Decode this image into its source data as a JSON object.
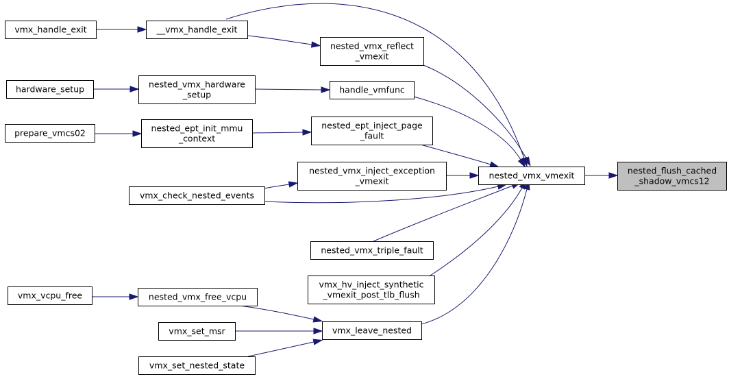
{
  "diagram": {
    "type": "call-graph",
    "colors": {
      "edge": "#191970",
      "highlight_fill": "#bfbfbf",
      "node_fill": "#ffffff",
      "node_border": "#000000"
    },
    "nodes": [
      {
        "id": "flush",
        "lines": [
          "nested_flush_cached",
          "_shadow_vmcs12"
        ],
        "highlight": true
      },
      {
        "id": "vmexit",
        "lines": [
          "nested_vmx_vmexit"
        ]
      },
      {
        "id": "__handle",
        "lines": [
          "__vmx_handle_exit"
        ]
      },
      {
        "id": "handle",
        "lines": [
          "vmx_handle_exit"
        ]
      },
      {
        "id": "reflect",
        "lines": [
          "nested_vmx_reflect",
          "_vmexit"
        ]
      },
      {
        "id": "hwsetup",
        "lines": [
          "hardware_setup"
        ]
      },
      {
        "id": "nhwsetup",
        "lines": [
          "nested_vmx_hardware",
          "_setup"
        ]
      },
      {
        "id": "vmfunc",
        "lines": [
          "handle_vmfunc"
        ]
      },
      {
        "id": "prep",
        "lines": [
          "prepare_vmcs02"
        ]
      },
      {
        "id": "eptinit",
        "lines": [
          "nested_ept_init_mmu",
          "_context"
        ]
      },
      {
        "id": "eptpf",
        "lines": [
          "nested_ept_inject_page",
          "_fault"
        ]
      },
      {
        "id": "injexc",
        "lines": [
          "nested_vmx_inject_exception",
          "_vmexit"
        ]
      },
      {
        "id": "checkev",
        "lines": [
          "vmx_check_nested_events"
        ]
      },
      {
        "id": "triple",
        "lines": [
          "nested_vmx_triple_fault"
        ]
      },
      {
        "id": "hvinj",
        "lines": [
          "vmx_hv_inject_synthetic",
          "_vmexit_post_tlb_flush"
        ]
      },
      {
        "id": "vcpufree",
        "lines": [
          "vmx_vcpu_free"
        ]
      },
      {
        "id": "nfreevcpu",
        "lines": [
          "nested_vmx_free_vcpu"
        ]
      },
      {
        "id": "setmsr",
        "lines": [
          "vmx_set_msr"
        ]
      },
      {
        "id": "leave",
        "lines": [
          "vmx_leave_nested"
        ]
      },
      {
        "id": "setstate",
        "lines": [
          "vmx_set_nested_state"
        ]
      }
    ],
    "edges": [
      {
        "from": "vmexit",
        "to": "flush"
      },
      {
        "from": "__handle",
        "to": "vmexit"
      },
      {
        "from": "reflect",
        "to": "vmexit"
      },
      {
        "from": "vmfunc",
        "to": "vmexit"
      },
      {
        "from": "eptpf",
        "to": "vmexit"
      },
      {
        "from": "injexc",
        "to": "vmexit"
      },
      {
        "from": "checkev",
        "to": "vmexit"
      },
      {
        "from": "triple",
        "to": "vmexit"
      },
      {
        "from": "hvinj",
        "to": "vmexit"
      },
      {
        "from": "leave",
        "to": "vmexit"
      },
      {
        "from": "handle",
        "to": "__handle"
      },
      {
        "from": "__handle",
        "to": "reflect"
      },
      {
        "from": "hwsetup",
        "to": "nhwsetup"
      },
      {
        "from": "nhwsetup",
        "to": "vmfunc"
      },
      {
        "from": "prep",
        "to": "eptinit"
      },
      {
        "from": "eptinit",
        "to": "eptpf"
      },
      {
        "from": "checkev",
        "to": "injexc"
      },
      {
        "from": "vcpufree",
        "to": "nfreevcpu"
      },
      {
        "from": "nfreevcpu",
        "to": "leave"
      },
      {
        "from": "setmsr",
        "to": "leave"
      },
      {
        "from": "setstate",
        "to": "leave"
      }
    ]
  }
}
